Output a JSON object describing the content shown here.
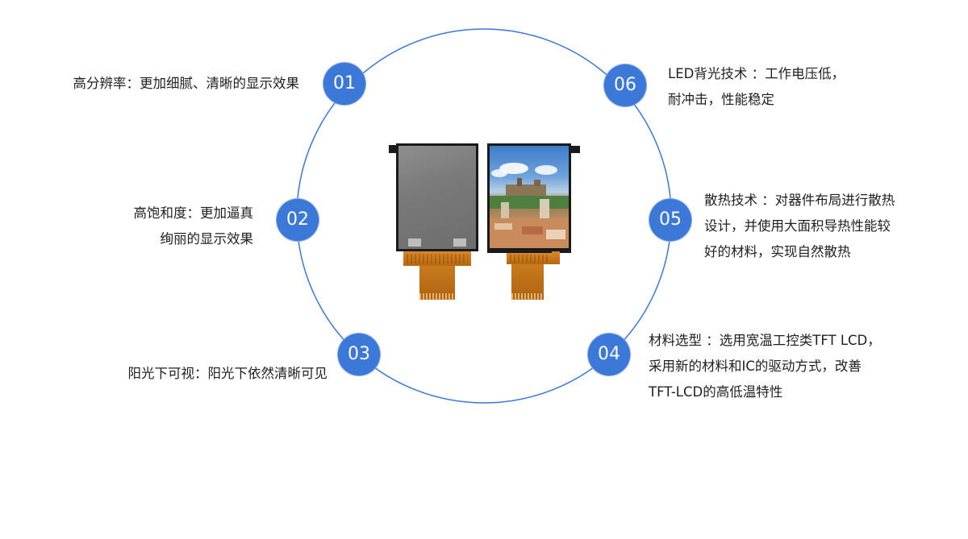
{
  "colors": {
    "accent": "#3b78d8",
    "ring": "#3b78d8",
    "text": "#1f1f1f"
  },
  "features": [
    {
      "number": "01",
      "lines": [
        "高分辨率：更加细腻、清晰的显示效果"
      ]
    },
    {
      "number": "02",
      "lines": [
        "高饱和度：更加逼真",
        "绚丽的显示效果"
      ]
    },
    {
      "number": "03",
      "lines": [
        "阳光下可视：阳光下依然清晰可见"
      ]
    },
    {
      "number": "04",
      "lines": [
        "材料选型 ：选用宽温工控类TFT LCD，",
        "采用新的材料和IC的驱动方式，改善",
        "TFT-LCD的高低温特性"
      ]
    },
    {
      "number": "05",
      "lines": [
        "散热技术 ：对器件布局进行散热",
        "设计，并使用大面积导热性能较",
        "好的材料，实现自然散热"
      ]
    },
    {
      "number": "06",
      "lines": [
        "LED背光技术 ：工作电压低，",
        "耐冲击，性能稳定"
      ]
    }
  ]
}
